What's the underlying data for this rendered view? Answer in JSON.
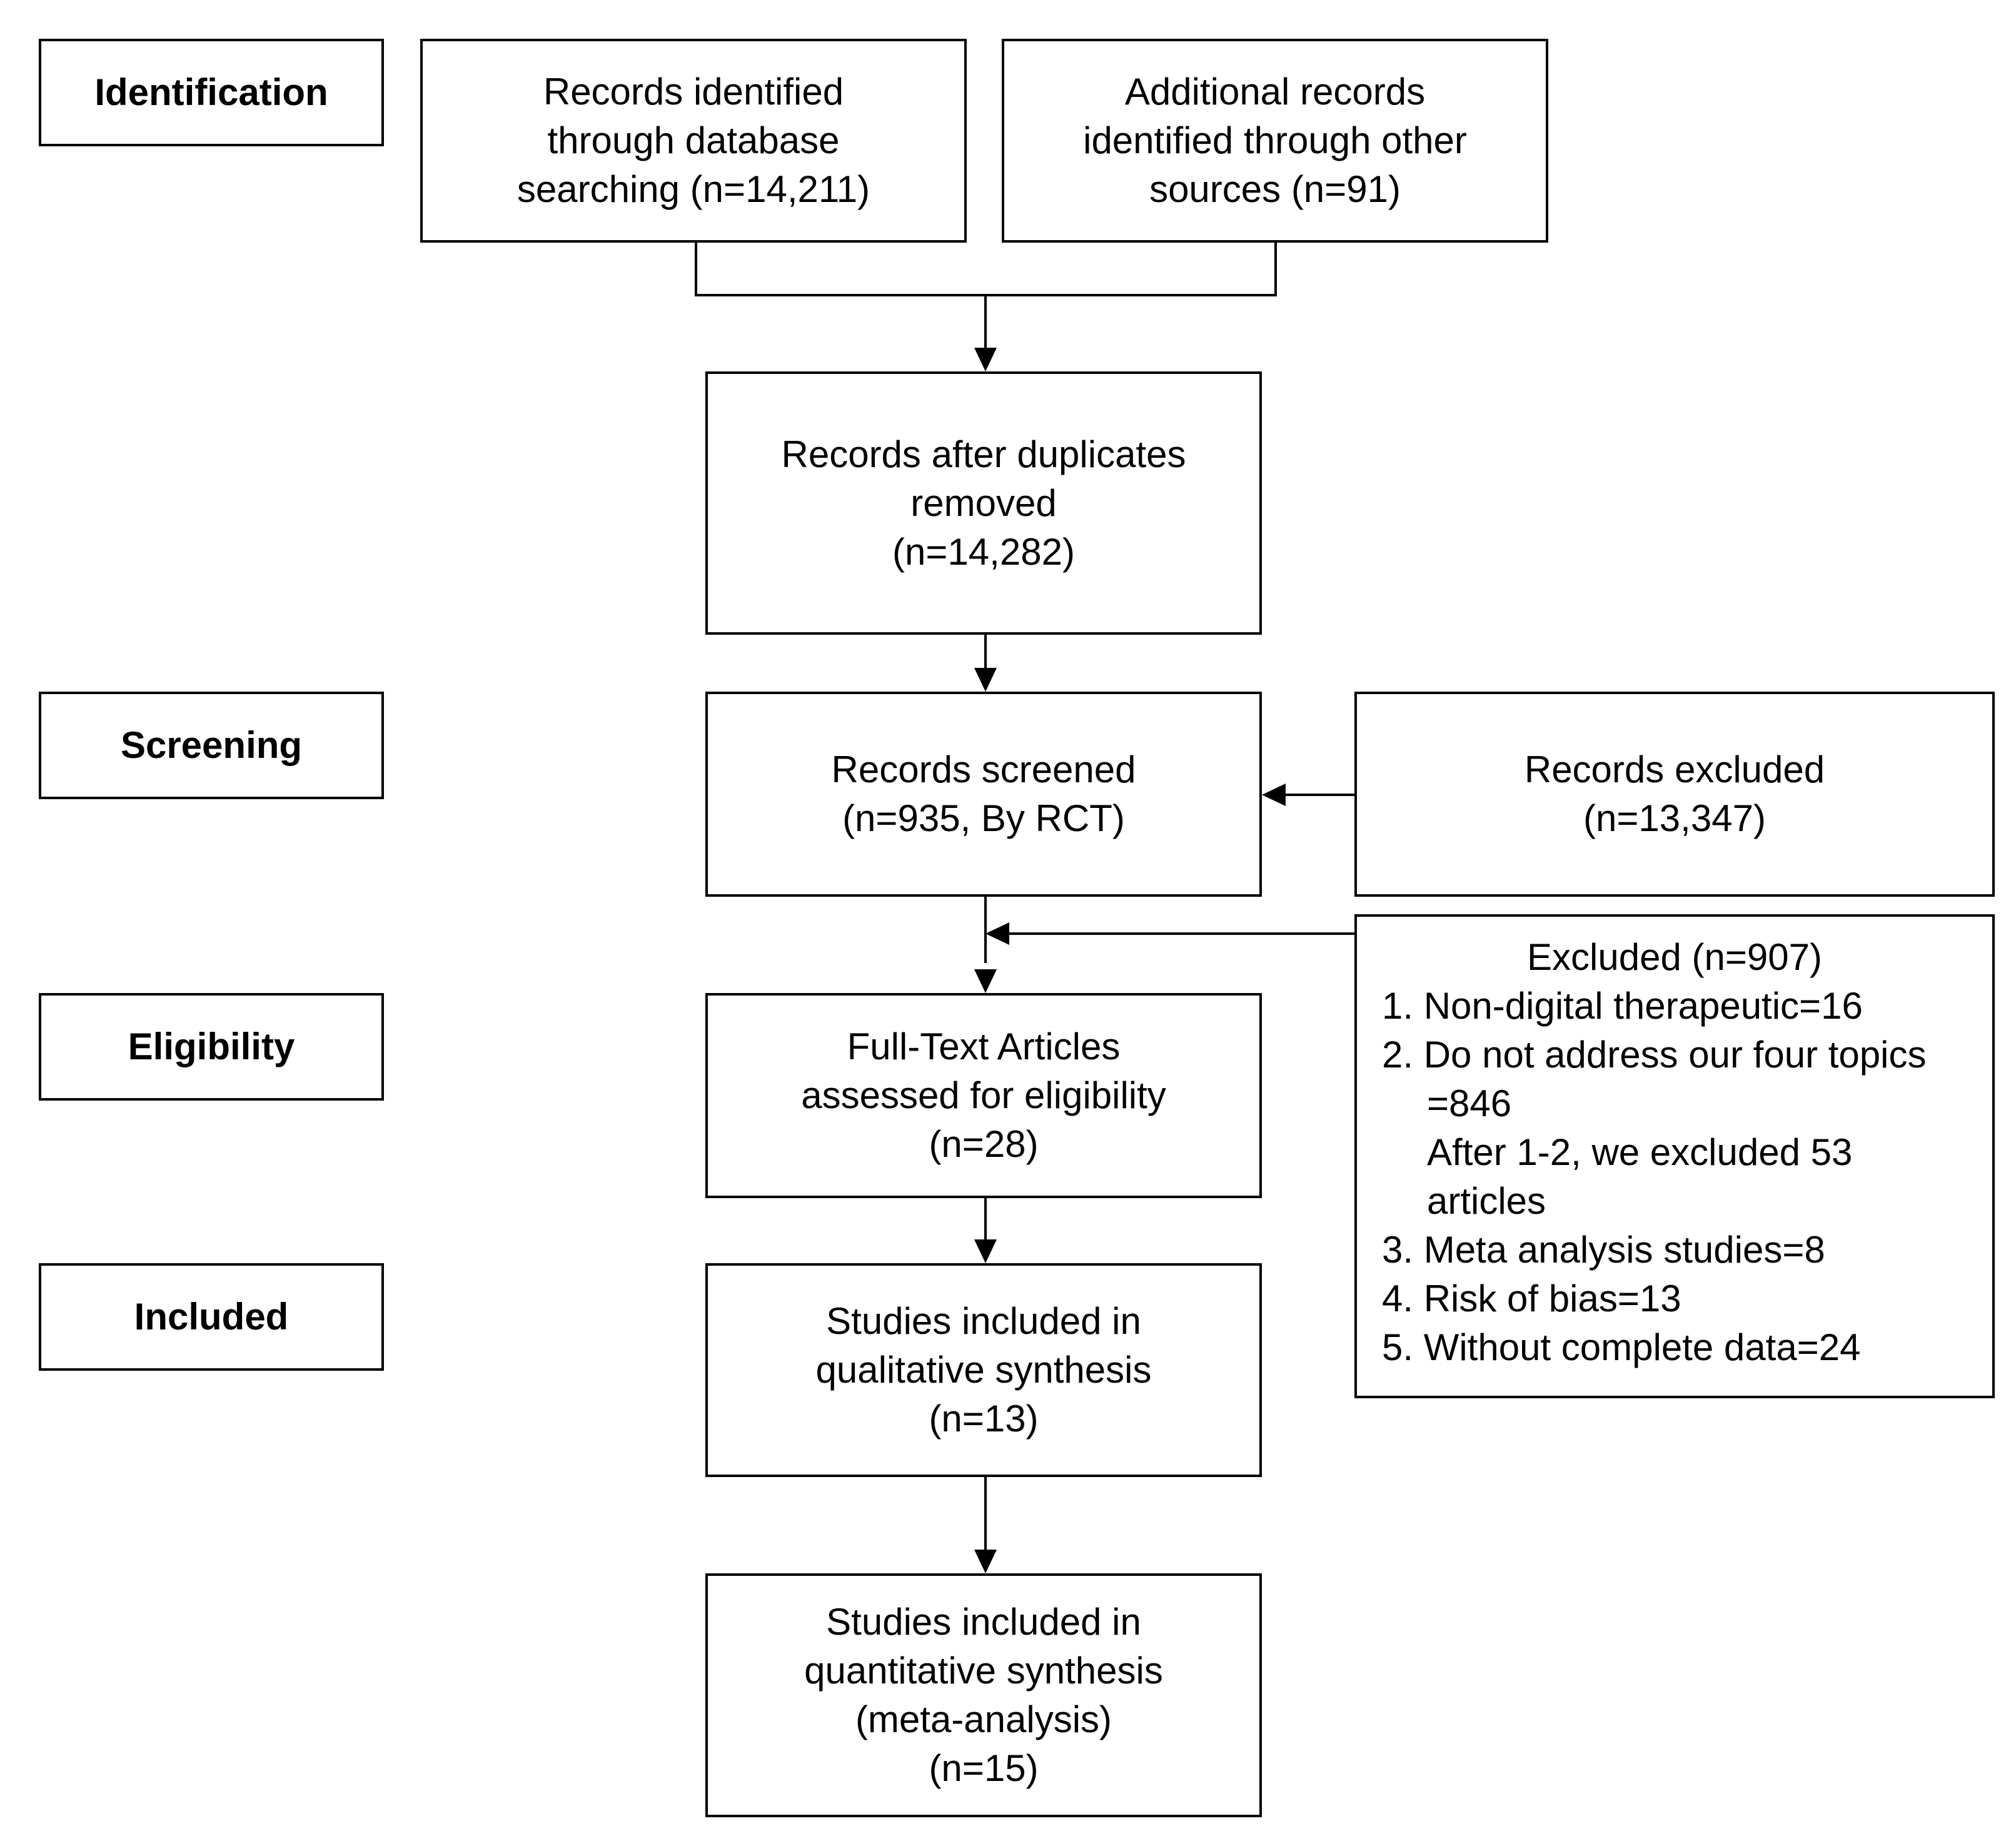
{
  "stages": {
    "identification": "Identification",
    "screening": "Screening",
    "eligibility": "Eligibility",
    "included": "Included"
  },
  "boxes": {
    "database_records": [
      "Records identified",
      "through database",
      "searching (n=14,211)"
    ],
    "other_sources": [
      "Additional records",
      "identified through other",
      "sources (n=91)"
    ],
    "after_duplicates": [
      "Records after duplicates",
      "removed",
      "(n=14,282)"
    ],
    "screened": [
      "Records screened",
      "(n=935, By RCT)"
    ],
    "records_excluded": [
      "Records excluded",
      "(n=13,347)"
    ],
    "full_text": [
      "Full-Text Articles",
      "assessed for eligibility",
      "(n=28)"
    ],
    "qualitative": [
      "Studies included in",
      "qualitative synthesis",
      "(n=13)"
    ],
    "quantitative": [
      "Studies included in",
      "quantitative synthesis",
      "(meta-analysis)",
      "(n=15)"
    ]
  },
  "excluded_detail": {
    "heading": "Excluded (n=907)",
    "items": [
      "1. Non-digital therapeutic=16",
      "2. Do not address our four topics",
      "=846",
      "After 1-2, we excluded 53",
      "articles",
      "3. Meta analysis studies=8",
      "4. Risk of bias=13",
      "5. Without complete data=24"
    ]
  }
}
